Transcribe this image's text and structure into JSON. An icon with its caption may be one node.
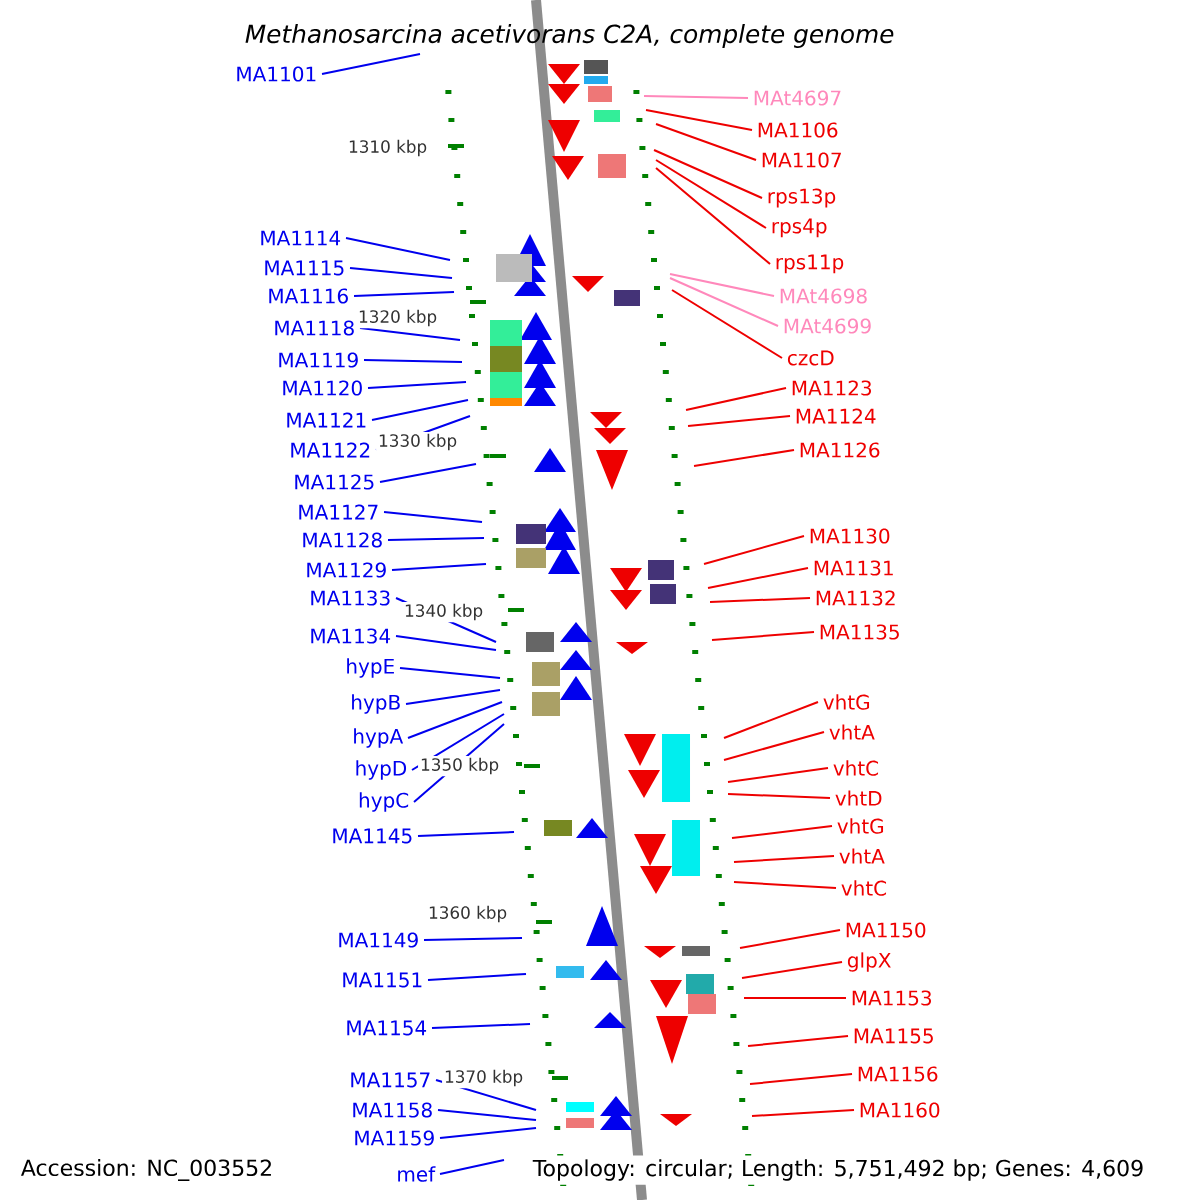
{
  "diagram": {
    "title": "Methanosarcina acetivorans C2A, complete genome",
    "nodes": [
      {
        "text": [
          "MA1101"
        ]
      },
      {
        "text": [
          "MA1114"
        ]
      },
      {
        "text": [
          "MA1115"
        ]
      },
      {
        "text": [
          "MA1116"
        ]
      },
      {
        "text": [
          "MA1118"
        ]
      },
      {
        "text": [
          "MA1119"
        ]
      },
      {
        "text": [
          "MA1120"
        ]
      },
      {
        "text": [
          "MA1121"
        ]
      },
      {
        "text": [
          "MA1122"
        ]
      },
      {
        "text": [
          "MA1125"
        ]
      },
      {
        "text": [
          "MA1127"
        ]
      },
      {
        "text": [
          "MA1128"
        ]
      },
      {
        "text": [
          "MA1129"
        ]
      },
      {
        "text": [
          "MA1133"
        ]
      },
      {
        "text": [
          "MA1134"
        ]
      },
      {
        "text": [
          "hypE"
        ]
      },
      {
        "text": [
          "hypB"
        ]
      },
      {
        "text": [
          "hypA"
        ]
      },
      {
        "text": [
          "hypD"
        ]
      },
      {
        "text": [
          "hypC"
        ]
      },
      {
        "text": [
          "MA1145"
        ]
      },
      {
        "text": [
          "MA1149"
        ]
      },
      {
        "text": [
          "MA1151"
        ]
      },
      {
        "text": [
          "MA1154"
        ]
      },
      {
        "text": [
          "MA1157"
        ]
      },
      {
        "text": [
          "MA1158"
        ]
      },
      {
        "text": [
          "MA1159"
        ]
      },
      {
        "text": [
          "mef"
        ]
      },
      {
        "text": [
          "MAt4697"
        ]
      },
      {
        "text": [
          "MA1106"
        ]
      },
      {
        "text": [
          "MA1107"
        ]
      },
      {
        "text": [
          "rps13p"
        ]
      },
      {
        "text": [
          "rps4p"
        ]
      },
      {
        "text": [
          "rps11p"
        ]
      },
      {
        "text": [
          "MAt4698"
        ]
      },
      {
        "text": [
          "MAt4699"
        ]
      },
      {
        "text": [
          "czcD"
        ]
      },
      {
        "text": [
          "MA1123"
        ]
      },
      {
        "text": [
          "MA1124"
        ]
      },
      {
        "text": [
          "MA1126"
        ]
      },
      {
        "text": [
          "MA1130"
        ]
      },
      {
        "text": [
          "MA1131"
        ]
      },
      {
        "text": [
          "MA1132"
        ]
      },
      {
        "text": [
          "MA1135"
        ]
      },
      {
        "text": [
          "vhtG"
        ]
      },
      {
        "text": [
          "vhtA"
        ]
      },
      {
        "text": [
          "vhtC"
        ]
      },
      {
        "text": [
          "vhtD"
        ]
      },
      {
        "text": [
          "vhtG"
        ]
      },
      {
        "text": [
          "vhtA"
        ]
      },
      {
        "text": [
          "vhtC"
        ]
      },
      {
        "text": [
          "MA1150"
        ]
      },
      {
        "text": [
          "glpX"
        ]
      },
      {
        "text": [
          "MA1153"
        ]
      },
      {
        "text": [
          "MA1155"
        ]
      },
      {
        "text": [
          "MA1156"
        ]
      },
      {
        "text": [
          "MA1160"
        ]
      }
    ],
    "edges": [
      {
        "from": 0,
        "to": null,
        "arrow": "none",
        "color": "#0000ee"
      },
      {
        "from": 1,
        "to": null,
        "arrow": "none",
        "color": "#0000ee"
      },
      {
        "from": 2,
        "to": null,
        "arrow": "none",
        "color": "#0000ee"
      },
      {
        "from": 3,
        "to": null,
        "arrow": "none",
        "color": "#0000ee"
      },
      {
        "from": 4,
        "to": null,
        "arrow": "none",
        "color": "#0000ee"
      },
      {
        "from": 5,
        "to": null,
        "arrow": "none",
        "color": "#0000ee"
      },
      {
        "from": 6,
        "to": null,
        "arrow": "none",
        "color": "#0000ee"
      },
      {
        "from": 7,
        "to": null,
        "arrow": "none",
        "color": "#0000ee"
      },
      {
        "from": 8,
        "to": null,
        "arrow": "none",
        "color": "#0000ee"
      },
      {
        "from": 9,
        "to": null,
        "arrow": "none",
        "color": "#0000ee"
      },
      {
        "from": 10,
        "to": null,
        "arrow": "none",
        "color": "#0000ee"
      },
      {
        "from": 11,
        "to": null,
        "arrow": "none",
        "color": "#0000ee"
      },
      {
        "from": 12,
        "to": null,
        "arrow": "none",
        "color": "#0000ee"
      },
      {
        "from": 13,
        "to": null,
        "arrow": "none",
        "color": "#0000ee"
      },
      {
        "from": 14,
        "to": null,
        "arrow": "none",
        "color": "#0000ee"
      },
      {
        "from": 15,
        "to": null,
        "arrow": "none",
        "color": "#0000ee"
      },
      {
        "from": 16,
        "to": null,
        "arrow": "none",
        "color": "#0000ee"
      },
      {
        "from": 17,
        "to": null,
        "arrow": "none",
        "color": "#0000ee"
      },
      {
        "from": 18,
        "to": null,
        "arrow": "none",
        "color": "#0000ee"
      },
      {
        "from": 19,
        "to": null,
        "arrow": "none",
        "color": "#0000ee"
      },
      {
        "from": 20,
        "to": null,
        "arrow": "none",
        "color": "#0000ee"
      },
      {
        "from": 21,
        "to": null,
        "arrow": "none",
        "color": "#0000ee"
      },
      {
        "from": 22,
        "to": null,
        "arrow": "none",
        "color": "#0000ee"
      },
      {
        "from": 23,
        "to": null,
        "arrow": "none",
        "color": "#0000ee"
      },
      {
        "from": 24,
        "to": null,
        "arrow": "none",
        "color": "#0000ee"
      },
      {
        "from": 25,
        "to": null,
        "arrow": "none",
        "color": "#0000ee"
      },
      {
        "from": 26,
        "to": null,
        "arrow": "none",
        "color": "#0000ee"
      },
      {
        "from": 27,
        "to": null,
        "arrow": "none",
        "color": "#0000ee"
      },
      {
        "from": 28,
        "to": null,
        "arrow": "none",
        "color": "#ff88bb"
      },
      {
        "from": 29,
        "to": null,
        "arrow": "none",
        "color": "#ee0000"
      },
      {
        "from": 30,
        "to": null,
        "arrow": "none",
        "color": "#ee0000"
      },
      {
        "from": 31,
        "to": null,
        "arrow": "none",
        "color": "#ee0000"
      },
      {
        "from": 32,
        "to": null,
        "arrow": "none",
        "color": "#ee0000"
      },
      {
        "from": 33,
        "to": null,
        "arrow": "none",
        "color": "#ee0000"
      },
      {
        "from": 34,
        "to": null,
        "arrow": "none",
        "color": "#ff88bb"
      },
      {
        "from": 35,
        "to": null,
        "arrow": "none",
        "color": "#ff88bb"
      },
      {
        "from": 36,
        "to": null,
        "arrow": "none",
        "color": "#ee0000"
      },
      {
        "from": 37,
        "to": null,
        "arrow": "none",
        "color": "#ee0000"
      },
      {
        "from": 38,
        "to": null,
        "arrow": "none",
        "color": "#ee0000"
      },
      {
        "from": 39,
        "to": null,
        "arrow": "none",
        "color": "#ee0000"
      },
      {
        "from": 40,
        "to": null,
        "arrow": "none",
        "color": "#ee0000"
      },
      {
        "from": 41,
        "to": null,
        "arrow": "none",
        "color": "#ee0000"
      },
      {
        "from": 42,
        "to": null,
        "arrow": "none",
        "color": "#ee0000"
      },
      {
        "from": 43,
        "to": null,
        "arrow": "none",
        "color": "#ee0000"
      },
      {
        "from": 44,
        "to": null,
        "arrow": "none",
        "color": "#ee0000"
      },
      {
        "from": 45,
        "to": null,
        "arrow": "none",
        "color": "#ee0000"
      },
      {
        "from": 46,
        "to": null,
        "arrow": "none",
        "color": "#ee0000"
      },
      {
        "from": 47,
        "to": null,
        "arrow": "none",
        "color": "#ee0000"
      },
      {
        "from": 48,
        "to": null,
        "arrow": "none",
        "color": "#ee0000"
      },
      {
        "from": 49,
        "to": null,
        "arrow": "none",
        "color": "#ee0000"
      },
      {
        "from": 50,
        "to": null,
        "arrow": "none",
        "color": "#ee0000"
      },
      {
        "from": 51,
        "to": null,
        "arrow": "none",
        "color": "#ee0000"
      },
      {
        "from": 52,
        "to": null,
        "arrow": "none",
        "color": "#ee0000"
      },
      {
        "from": 53,
        "to": null,
        "arrow": "none",
        "color": "#ee0000"
      },
      {
        "from": 54,
        "to": null,
        "arrow": "none",
        "color": "#ee0000"
      },
      {
        "from": 55,
        "to": null,
        "arrow": "none",
        "color": "#ee0000"
      },
      {
        "from": 56,
        "to": null,
        "arrow": "none",
        "color": "#ee0000"
      }
    ],
    "labels": [
      "1310 kbp",
      "1320 kbp",
      "1330 kbp",
      "1340 kbp",
      "1350 kbp",
      "1360 kbp",
      "1370 kbp",
      "Accession: NC_003552",
      "Topology: circular; Length: 5,751,492 bp; Genes: 4,609"
    ]
  }
}
